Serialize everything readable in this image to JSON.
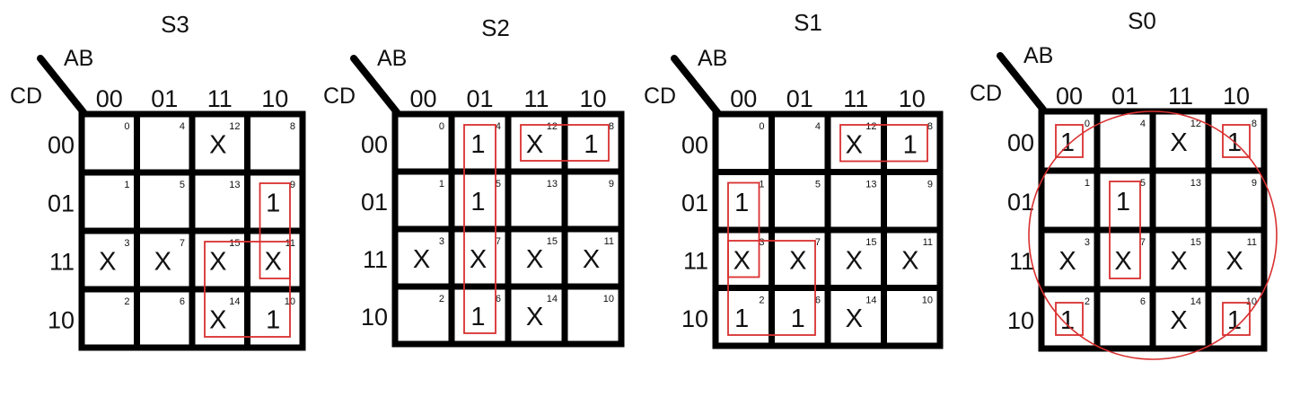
{
  "maps": [
    {
      "title": "S3",
      "row_var": "CD",
      "col_var": "AB",
      "col_labels": [
        "00",
        "01",
        "11",
        "10"
      ],
      "row_labels": [
        "00",
        "01",
        "11",
        "10"
      ],
      "minterms": [
        [
          "0",
          "4",
          "12",
          "8"
        ],
        [
          "1",
          "5",
          "13",
          "9"
        ],
        [
          "3",
          "7",
          "15",
          "11"
        ],
        [
          "2",
          "6",
          "14",
          "10"
        ]
      ],
      "values": [
        [
          "",
          "",
          "X",
          ""
        ],
        [
          "",
          "",
          "",
          "1"
        ],
        [
          "X",
          "X",
          "X",
          "X"
        ],
        [
          "",
          "",
          "X",
          "1"
        ]
      ],
      "groups": [
        {
          "shape": "rect",
          "r0": 1,
          "c0": 3,
          "r1": 2,
          "c1": 3
        },
        {
          "shape": "rect",
          "r0": 2,
          "c0": 2,
          "r1": 3,
          "c1": 3
        }
      ]
    },
    {
      "title": "S2",
      "row_var": "CD",
      "col_var": "AB",
      "col_labels": [
        "00",
        "01",
        "11",
        "10"
      ],
      "row_labels": [
        "00",
        "01",
        "11",
        "10"
      ],
      "minterms": [
        [
          "0",
          "4",
          "12",
          "8"
        ],
        [
          "1",
          "5",
          "13",
          "9"
        ],
        [
          "3",
          "7",
          "15",
          "11"
        ],
        [
          "2",
          "6",
          "14",
          "10"
        ]
      ],
      "values": [
        [
          "",
          "1",
          "X",
          "1"
        ],
        [
          "",
          "1",
          "",
          ""
        ],
        [
          "X",
          "X",
          "X",
          "X"
        ],
        [
          "",
          "1",
          "X",
          ""
        ]
      ],
      "groups": [
        {
          "shape": "rect",
          "r0": 0,
          "c0": 1,
          "r1": 3,
          "c1": 1
        },
        {
          "shape": "rect",
          "r0": 0,
          "c0": 2,
          "r1": 0,
          "c1": 3
        }
      ]
    },
    {
      "title": "S1",
      "row_var": "CD",
      "col_var": "AB",
      "col_labels": [
        "00",
        "01",
        "11",
        "10"
      ],
      "row_labels": [
        "00",
        "01",
        "11",
        "10"
      ],
      "minterms": [
        [
          "0",
          "4",
          "12",
          "8"
        ],
        [
          "1",
          "5",
          "13",
          "9"
        ],
        [
          "3",
          "7",
          "15",
          "11"
        ],
        [
          "2",
          "6",
          "14",
          "10"
        ]
      ],
      "values": [
        [
          "",
          "",
          "X",
          "1"
        ],
        [
          "1",
          "",
          "",
          ""
        ],
        [
          "X",
          "X",
          "X",
          "X"
        ],
        [
          "1",
          "1",
          "X",
          ""
        ]
      ],
      "groups": [
        {
          "shape": "rect",
          "r0": 0,
          "c0": 2,
          "r1": 0,
          "c1": 3
        },
        {
          "shape": "rect",
          "r0": 1,
          "c0": 0,
          "r1": 2,
          "c1": 0
        },
        {
          "shape": "rect",
          "r0": 2,
          "c0": 0,
          "r1": 3,
          "c1": 1
        }
      ]
    },
    {
      "title": "S0",
      "row_var": "CD",
      "col_var": "AB",
      "col_labels": [
        "00",
        "01",
        "11",
        "10"
      ],
      "row_labels": [
        "00",
        "01",
        "11",
        "10"
      ],
      "minterms": [
        [
          "0",
          "4",
          "12",
          "8"
        ],
        [
          "1",
          "5",
          "13",
          "9"
        ],
        [
          "3",
          "7",
          "15",
          "11"
        ],
        [
          "2",
          "6",
          "14",
          "10"
        ]
      ],
      "values": [
        [
          "1",
          "",
          "X",
          "1"
        ],
        [
          "",
          "1",
          "",
          ""
        ],
        [
          "X",
          "X",
          "X",
          "X"
        ],
        [
          "1",
          "",
          "X",
          "1"
        ]
      ],
      "groups": [
        {
          "shape": "rect",
          "r0": 0,
          "c0": 0,
          "r1": 0,
          "c1": 0
        },
        {
          "shape": "rect",
          "r0": 0,
          "c0": 3,
          "r1": 0,
          "c1": 3
        },
        {
          "shape": "rect",
          "r0": 3,
          "c0": 0,
          "r1": 3,
          "c1": 0
        },
        {
          "shape": "rect",
          "r0": 3,
          "c0": 3,
          "r1": 3,
          "c1": 3
        },
        {
          "shape": "rect",
          "r0": 1,
          "c0": 1,
          "r1": 2,
          "c1": 1
        },
        {
          "shape": "ellipse",
          "r0": 0,
          "c0": 0,
          "r1": 3,
          "c1": 3
        }
      ]
    }
  ],
  "colors": {
    "grid": "#000000",
    "group": "#d93030",
    "text": "#111111"
  }
}
